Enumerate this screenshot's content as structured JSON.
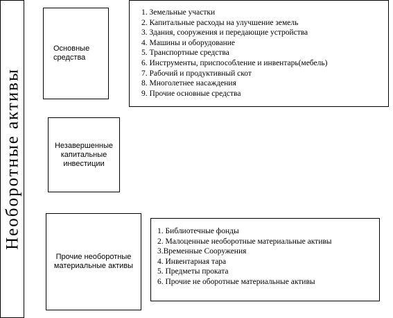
{
  "main": {
    "label": "Необоротные активы"
  },
  "categories": [
    {
      "label": "Основные средства"
    },
    {
      "label": "Незавершенные капитальные инвестиции"
    },
    {
      "label": "Прочие необоротные материальные активы"
    }
  ],
  "lists": {
    "fixed_assets": [
      "1. Земельные участки",
      "2. Капитальные расходы на улучшение земель",
      "3. Здания, сооружения и передающие устройства",
      "4. Машины и оборудование",
      "5. Транспортные средства",
      "6. Инструменты, приспособление и инвентарь(мебель)",
      "7. Рабочий и продуктивный скот",
      "8. Многолетнее насаждения",
      "9. Прочие основные средства"
    ],
    "other_assets": [
      "1. Библиотечные фонды",
      "2. Малоценные необоротные материальные активы",
      "3.Временные Сооружения",
      "4. Инвентарная тара",
      "5. Предметы проката",
      "6. Прочие не оборотные материальные активы"
    ]
  }
}
